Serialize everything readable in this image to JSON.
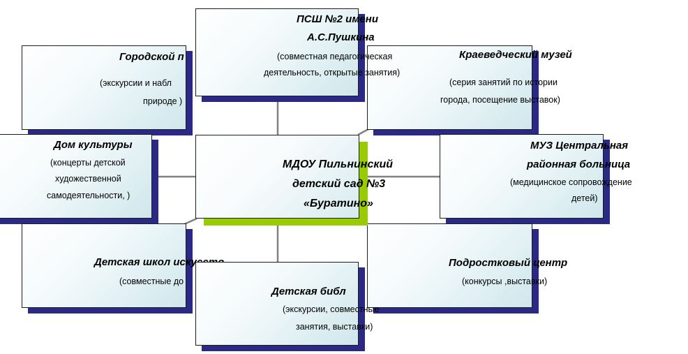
{
  "colors": {
    "box_shadow": "#2a2a86",
    "center_shadow": "#99cc00",
    "connector": "#808080",
    "box_gradient_end": "#cfe7ec"
  },
  "center": {
    "line1": "МДОУ Пильнинский",
    "line2": "детский сад №3",
    "line3": "«Буратино»"
  },
  "partners": {
    "city_park": {
      "title": "Городской п",
      "desc1": "(экскурсии и набл",
      "desc2": "природе )"
    },
    "museum": {
      "title": "Краеведческий  музей",
      "desc1": "(серия занятий по истории",
      "desc2": "города, посещение выставок)"
    },
    "culture_house": {
      "title": "Дом культуры",
      "desc1": "(концерты детской",
      "desc2": "художественной",
      "desc3": "самодеятельности, )"
    },
    "hospital": {
      "title1": "МУЗ Центральная",
      "title2": "районная больница",
      "desc1": "(медицинское сопровождение",
      "desc2": "детей)"
    },
    "art_school": {
      "title": "Детская школ искусств",
      "desc1": "(совместные до"
    },
    "teen_center": {
      "title": "Подростковый центр",
      "desc1": "(конкурсы ,выставки)"
    },
    "school": {
      "title1": "ПСШ №2 имени",
      "title2": "А.С.Пушкина",
      "desc1": "(совместная педагогическая",
      "desc2": "деятельность, открытые занятия)"
    },
    "library": {
      "title": "Детская   библ",
      "desc1": "(экскурсии, совместные",
      "desc2": "занятия, выставки)"
    }
  }
}
